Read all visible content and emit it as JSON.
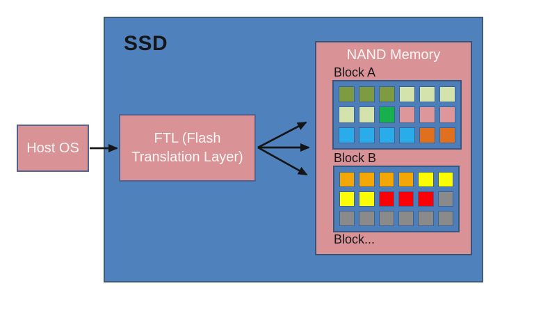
{
  "diagram": {
    "ssd_label": "SSD",
    "host_label": "Host OS",
    "ftl_label_line1": "FTL (Flash",
    "ftl_label_line2": "Translation Layer)",
    "nand_title": "NAND Memory",
    "block_a_label": "Block A",
    "block_b_label": "Block B",
    "block_more_label": "Block..."
  },
  "colors": {
    "ssd_fill": "#4f81bd",
    "ssd_border": "#3d5a77",
    "box_fill": "#d99295",
    "pink_box_border": "#53628e",
    "nand_border": "#3a5273",
    "grid_fill": "#4d7eb8",
    "grid_border": "#36577f",
    "arrow": "#151515",
    "text_light": "#faf6f5",
    "text_dark": "#16161a"
  },
  "palette": {
    "olive": "#7e9b42",
    "pale_green": "#d4e2ac",
    "green": "#17b04c",
    "pink": "#dd979a",
    "cyan": "#29ace9",
    "orange": "#e06f1e",
    "amber": "#f3a707",
    "yellow": "#fdfd02",
    "red": "#fb0006",
    "gray": "#8a8a8a"
  },
  "blocks": {
    "a": [
      [
        "olive",
        "olive",
        "olive",
        "pale_green",
        "pale_green",
        "pale_green"
      ],
      [
        "pale_green",
        "pale_green",
        "green",
        "pink",
        "pink",
        "pink"
      ],
      [
        "cyan",
        "cyan",
        "cyan",
        "cyan",
        "orange",
        "orange"
      ]
    ],
    "b": [
      [
        "amber",
        "amber",
        "amber",
        "amber",
        "yellow",
        "yellow"
      ],
      [
        "yellow",
        "yellow",
        "red",
        "red",
        "red",
        "gray"
      ],
      [
        "gray",
        "gray",
        "gray",
        "gray",
        "gray",
        "gray"
      ]
    ]
  }
}
